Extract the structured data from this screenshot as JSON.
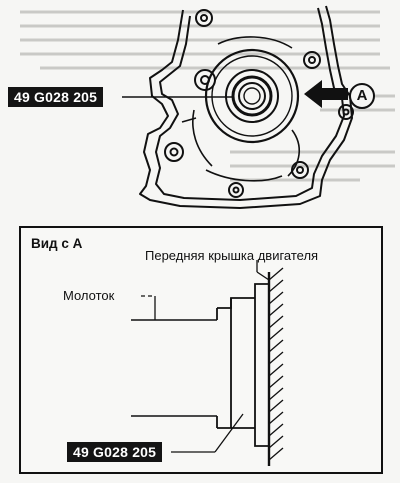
{
  "upper": {
    "part_number": "49 G028 205",
    "arrow_marker": "A"
  },
  "lower": {
    "view_title": "Вид с А",
    "engine_cover_label": "Передняя крышка двигателя",
    "hammer_label": "Молоток",
    "part_number": "49 G028 205"
  }
}
